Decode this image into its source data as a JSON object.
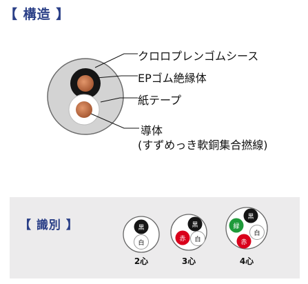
{
  "structure": {
    "title": "構造",
    "labels": {
      "chloroprene": "クロロプレンゴムシース",
      "ep_rubber": "EPゴム絶縁体",
      "paper_tape": "紙テープ",
      "conductor": "導体",
      "conductor_sub": "(すずめっき軟銅集合撚線)"
    }
  },
  "identification": {
    "title": "識別",
    "cables": [
      {
        "label": "2心",
        "cores": [
          "黒",
          "白"
        ]
      },
      {
        "label": "3心",
        "cores": [
          "黒",
          "赤",
          "白"
        ]
      },
      {
        "label": "4心",
        "cores": [
          "黒",
          "緑",
          "赤",
          "白"
        ]
      }
    ]
  },
  "colors": {
    "title_blue": "#2a3f87",
    "sheath_gray": "#d3d3d3",
    "copper": "#c0704a",
    "insulation_black": "#151515",
    "insulation_white": "#ffffff",
    "insulation_red": "#d9001b",
    "insulation_green": "#1f9a3a",
    "panel_bg": "#ecebec"
  }
}
